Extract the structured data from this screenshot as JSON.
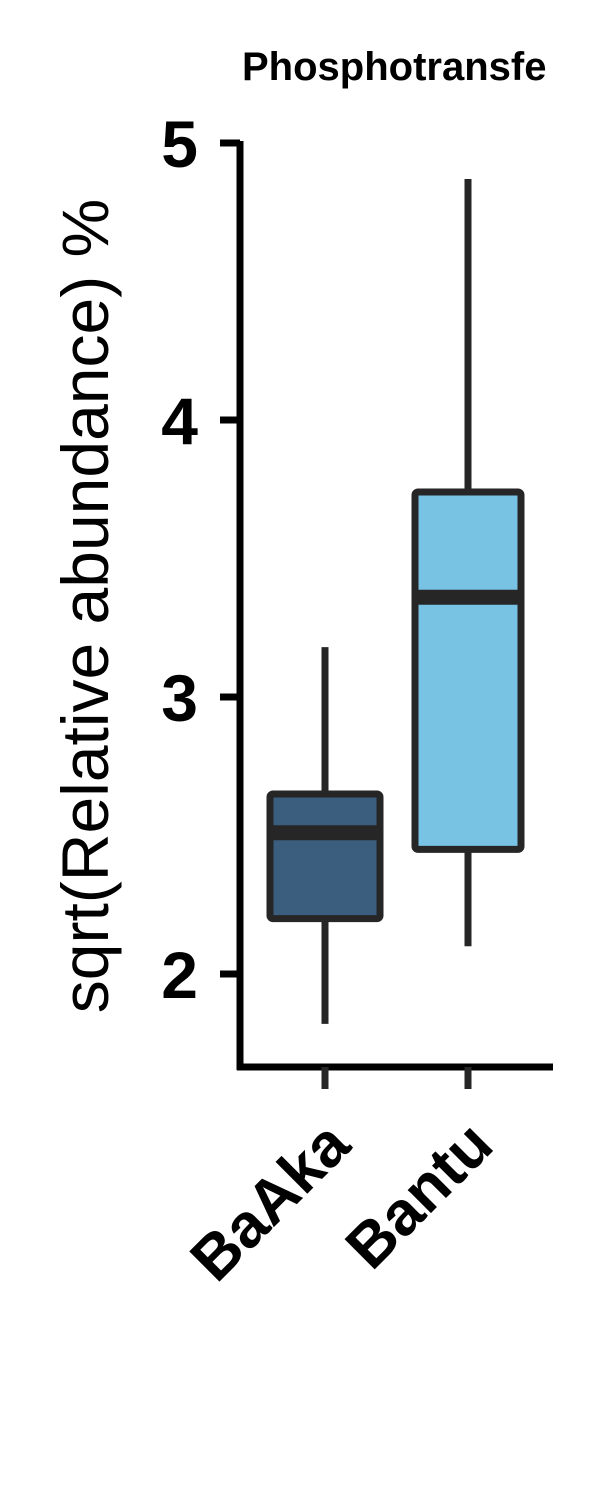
{
  "chart_data": {
    "type": "box",
    "title": "Phosphotransfe",
    "xlabel": "",
    "ylabel": "sqrt(Relative abundance) %",
    "ylim": [
      1.67,
      5.0
    ],
    "yticks": [
      "2",
      "3",
      "4",
      "5"
    ],
    "categories": [
      "BaAka",
      "Bantu"
    ],
    "boxes": [
      {
        "category": "BaAka",
        "whisker_low": 1.82,
        "q1": 2.2,
        "median": 2.51,
        "q3": 2.65,
        "whisker_high": 3.18,
        "color": "#3b5e7e"
      },
      {
        "category": "Bantu",
        "whisker_low": 2.1,
        "q1": 2.45,
        "median": 3.36,
        "q3": 3.74,
        "whisker_high": 4.87,
        "color": "#78c2e4"
      }
    ],
    "grid": false,
    "legend": "none"
  }
}
